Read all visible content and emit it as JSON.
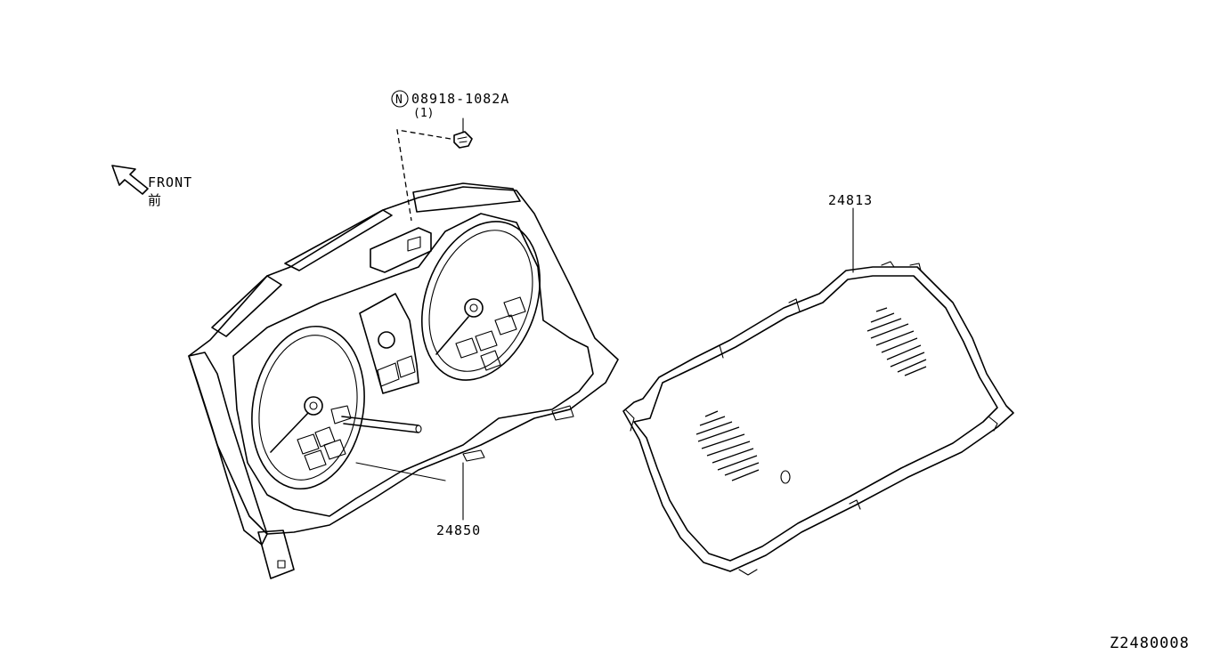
{
  "labels": {
    "part_bolt_prefix": "N",
    "part_bolt": "08918-1082A",
    "part_bolt_qty": "(1)",
    "front": "FRONT",
    "front_cjk": "前",
    "part_cluster": "24850",
    "part_cover": "24813",
    "diagram_code": "Z2480008"
  },
  "icons": {
    "front_arrow": "front-arrow-icon",
    "nut_mark": "circled-n-icon"
  }
}
